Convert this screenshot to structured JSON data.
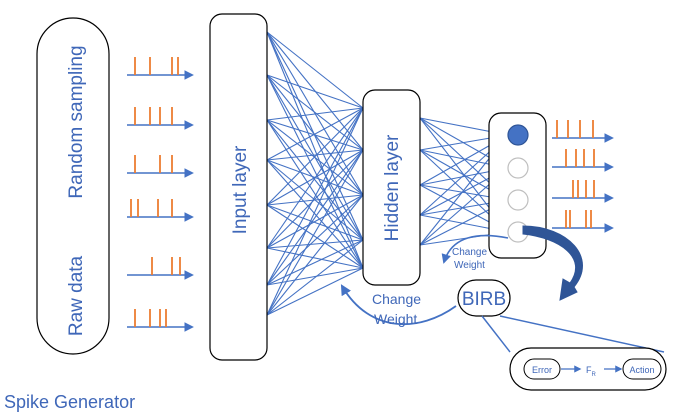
{
  "colors": {
    "blue": "#4472C4",
    "text_blue": "#3F67B8",
    "dark_blue": "#2F5597",
    "spike": "#ED7D31",
    "outline": "#000000"
  },
  "generator": {
    "top_label": "Random sampling",
    "bottom_label": "Raw data",
    "caption": "Spike Generator"
  },
  "layers": {
    "input": "Input layer",
    "hidden": "Hidden layer"
  },
  "output": {
    "neuron_count": 4,
    "active_neuron_index": 0
  },
  "feedback": {
    "birb": "BIRB",
    "change_weight_small": "Change\nWeight",
    "change_weight_large": "Change\nWeight"
  },
  "birb_flow": {
    "error": "Error",
    "reward": "F",
    "reward_sub": "R",
    "action": "Action"
  },
  "icons": [
    "spike-train",
    "arrow-right",
    "curved-arrow"
  ]
}
